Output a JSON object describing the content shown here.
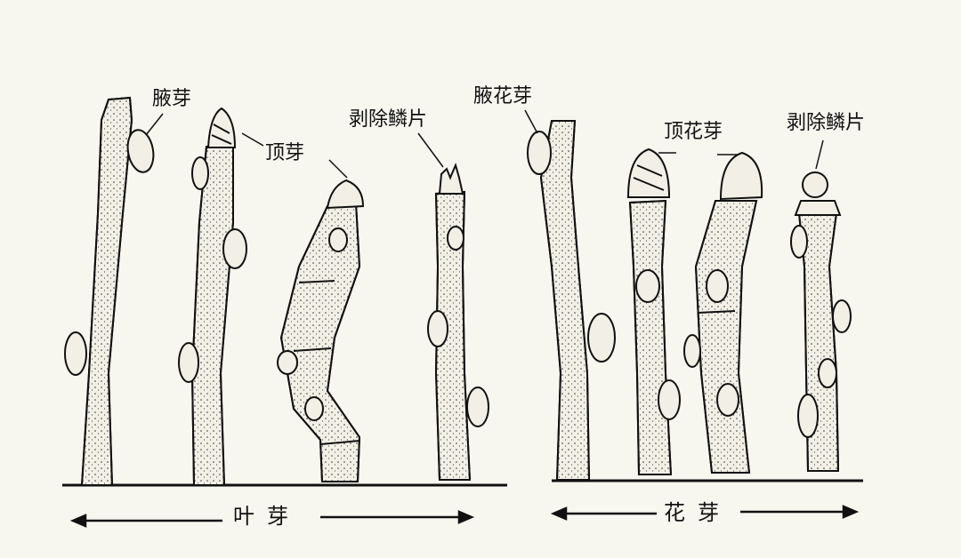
{
  "labels": {
    "axillary_bud": "腋芽",
    "terminal_bud": "顶芽",
    "scales_removed_leaf": "剥除鳞片",
    "axillary_flower_bud": "腋花芽",
    "terminal_flower_bud": "顶花芽",
    "scales_removed_flower": "剥除鳞片"
  },
  "groups": {
    "leaf_bud": "叶芽",
    "flower_bud": "花芽"
  },
  "colors": {
    "ink": "#111111",
    "paper": "#f7f6ef",
    "stem_fill": "#f2f0e6"
  }
}
